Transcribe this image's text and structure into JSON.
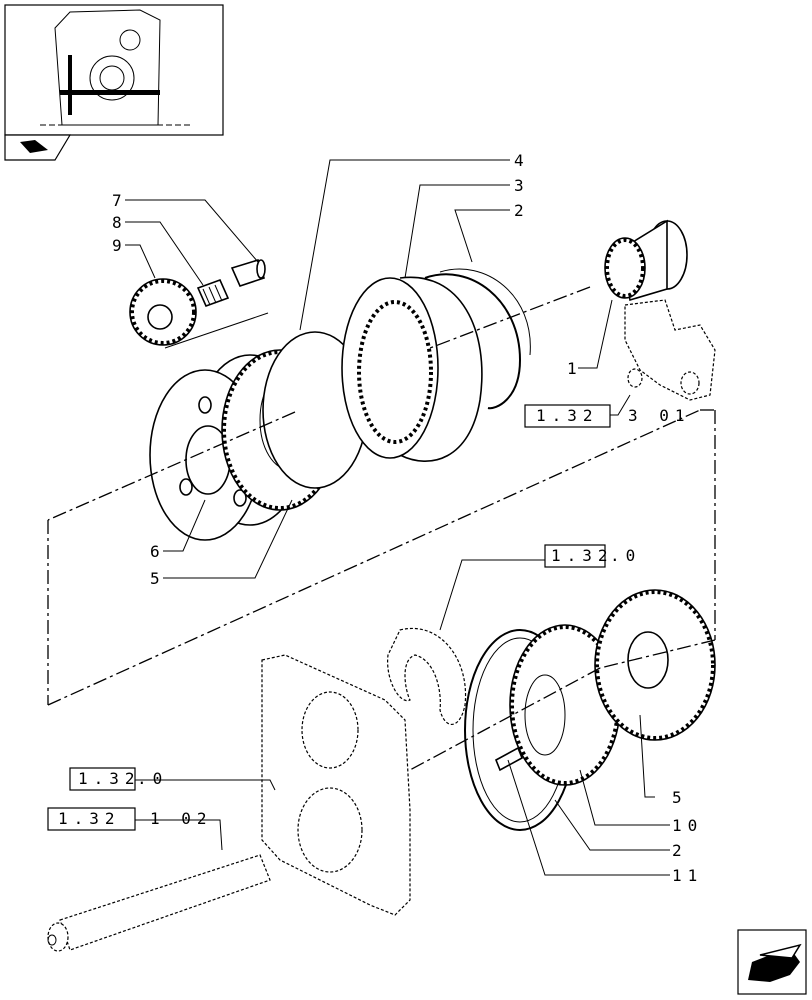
{
  "callouts": {
    "c1": "1",
    "c2a": "2",
    "c2b": "2",
    "c3": "3",
    "c4": "4",
    "c5a": "5",
    "c5b": "5",
    "c6": "6",
    "c7": "7",
    "c8": "8",
    "c9": "9",
    "c10": "10",
    "c11": "11"
  },
  "references": {
    "r1_box": "1.32",
    "r1_tail": "3 01",
    "r2_box": "1.32",
    "r2_tail": ".0",
    "r3_box": "1.32",
    "r3_tail": ".0",
    "r4_box": "1.32",
    "r4_tail": "1 02"
  },
  "icons": {
    "thumbnail": "transmission-location-thumbnail",
    "book": "catalogue-book-icon",
    "next": "next-page-arrow-icon"
  }
}
